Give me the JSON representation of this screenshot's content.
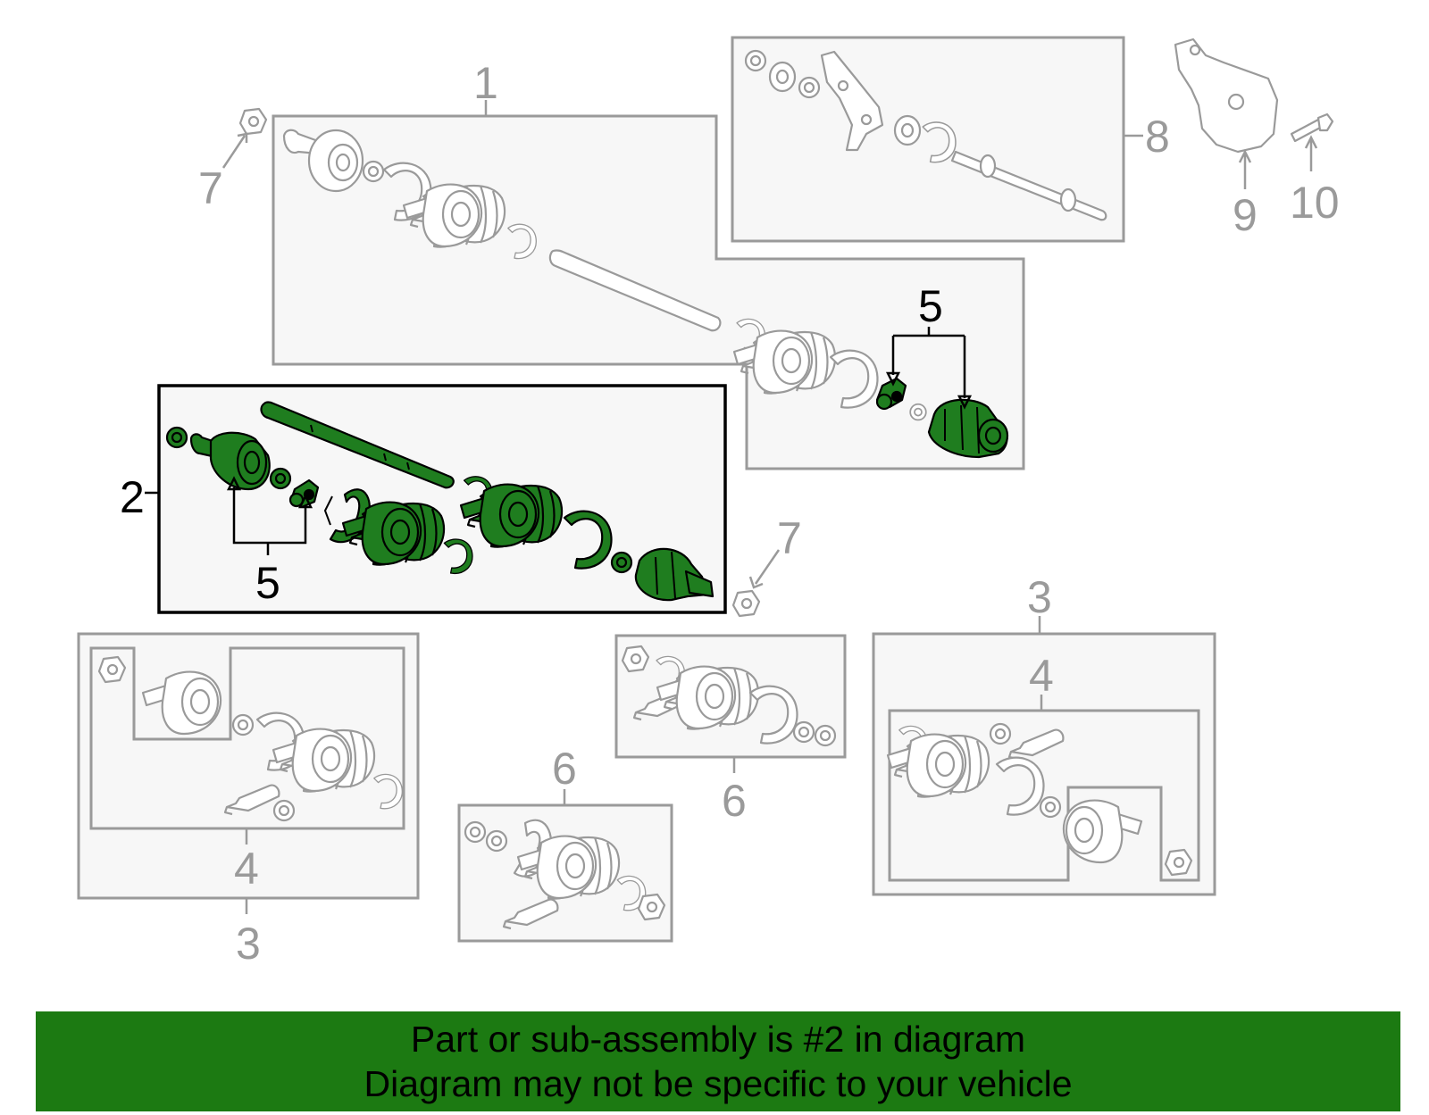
{
  "callouts": {
    "c1": "1",
    "c2": "2",
    "c3a": "3",
    "c3b": "3",
    "c4a": "4",
    "c4b": "4",
    "c5a": "5",
    "c5b": "5",
    "c6a": "6",
    "c6b": "6",
    "c7a": "7",
    "c7b": "7",
    "c8": "8",
    "c9": "9",
    "c10": "10"
  },
  "banner": {
    "line1": "Part or sub-assembly is #2 in diagram",
    "line2": "Diagram may not be specific to your vehicle"
  },
  "colors": {
    "highlight_part": "#1f7d1f",
    "banner_bg": "#1c7a12",
    "line_gray": "#9a9a9a"
  }
}
